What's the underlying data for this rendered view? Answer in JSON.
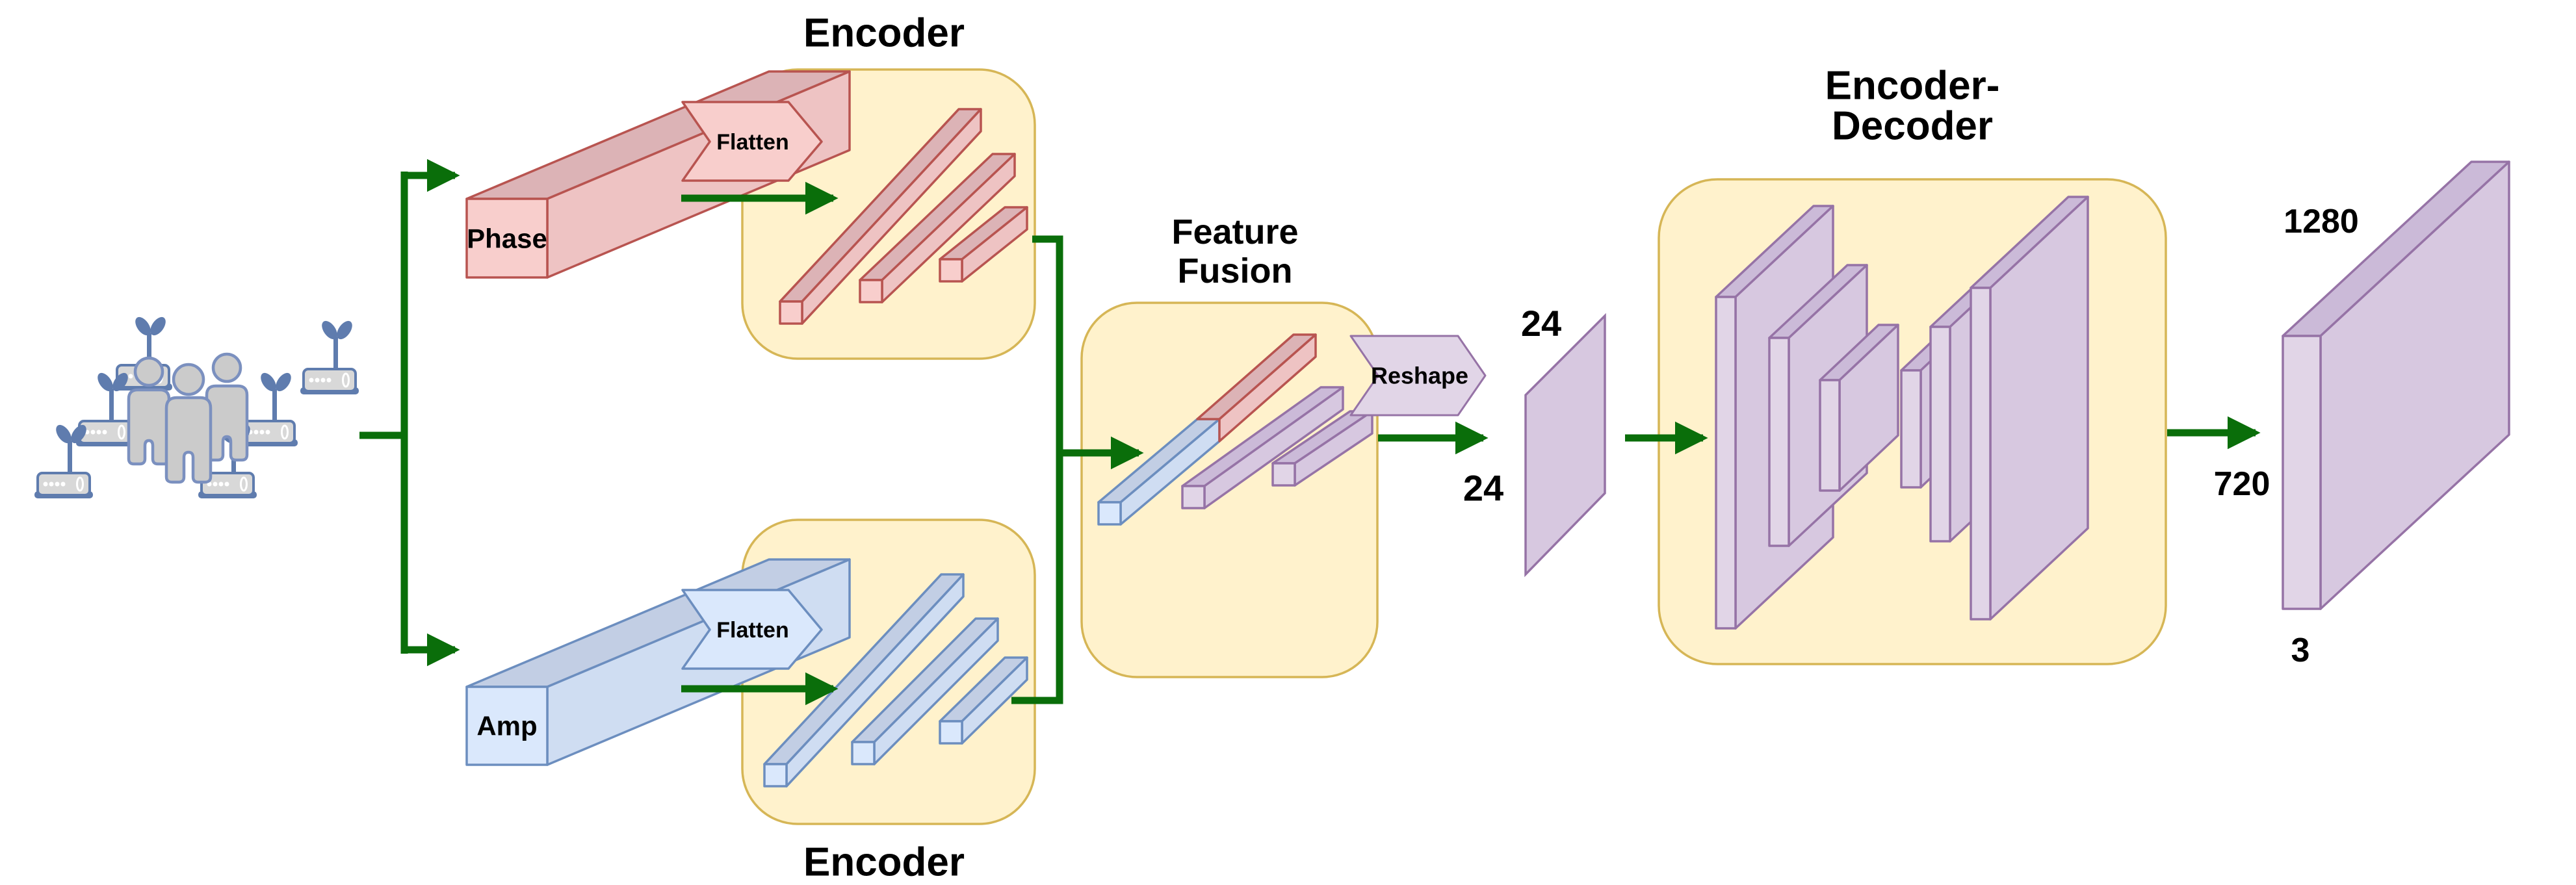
{
  "colors": {
    "background": "#ffffff",
    "text": "#000000",
    "arrow_green": "#0a6e0a",
    "box_yellow_fill": "#fff2cc",
    "box_yellow_stroke": "#d6b656",
    "red_fill": "#f8cecc",
    "red_top": "#dcb3b6",
    "red_side": "#eec3c3",
    "red_stroke": "#b85450",
    "blue_fill": "#dae8fc",
    "blue_top": "#c2cee4",
    "blue_side": "#cfddf2",
    "blue_stroke": "#6c8ebf",
    "purple_fill": "#e1d5e7",
    "purple_top": "#cbbad8",
    "purple_side": "#d7c8e0",
    "purple_stroke": "#9673a6",
    "person_fill": "#cbcbcb",
    "icon_stroke": "#7b90bf",
    "router_fill": "#d8d8d8",
    "router_stroke": "#5f7cae"
  },
  "nodes": {
    "encoder_top_title": "Encoder",
    "encoder_bottom_title": "Encoder",
    "feature_fusion_title_line1": "Feature",
    "feature_fusion_title_line2": "Fusion",
    "encoder_decoder_title_line1": "Encoder-",
    "encoder_decoder_title_line2": "Decoder",
    "phase_input_label": "Phase",
    "amp_input_label": "Amp",
    "flatten_top_label": "Flatten",
    "flatten_bottom_label": "Flatten",
    "reshape_label": "Reshape"
  },
  "dimensions": {
    "fused_map_width": "24",
    "fused_map_height": "24",
    "output_width": "1280",
    "output_height": "720",
    "output_channels": "3"
  }
}
